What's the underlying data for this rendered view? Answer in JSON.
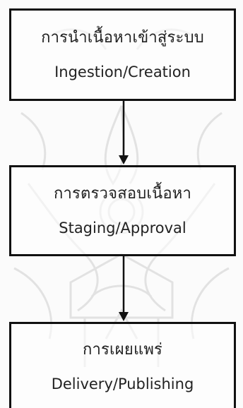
{
  "steps": [
    {
      "thai": "การนำเนื้อหาเข้าสู่ระบบ",
      "english": "Ingestion/Creation"
    },
    {
      "thai": "การตรวจสอบเนื้อหา",
      "english": "Staging/Approval"
    },
    {
      "thai": "การเผยแพร่",
      "english": "Delivery/Publishing"
    }
  ],
  "colors": {
    "border": "#111111",
    "text": "#222222",
    "watermark": "#c9c9c9"
  }
}
